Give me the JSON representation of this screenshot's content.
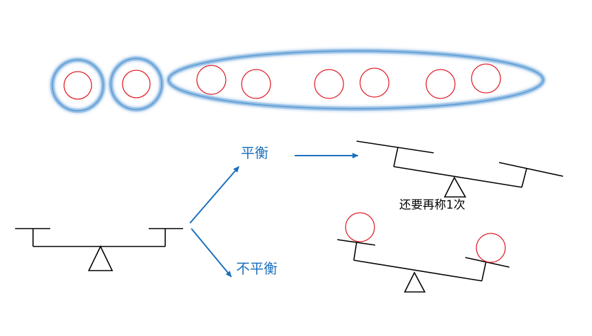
{
  "labels": {
    "balanced": "平衡",
    "unbalanced": "不平衡",
    "weigh_again": "还要再称1次"
  },
  "colors": {
    "arrow": "#1a6fbd",
    "label_blue": "#1a6fbd",
    "ball_stroke": "#e0202a",
    "group_glow": "#9cc3e6",
    "group_stroke": "#5b9bd5",
    "scale_stroke": "#000000"
  },
  "balls": {
    "total": 8,
    "single_groups": 2,
    "grouped_balls": 6
  }
}
